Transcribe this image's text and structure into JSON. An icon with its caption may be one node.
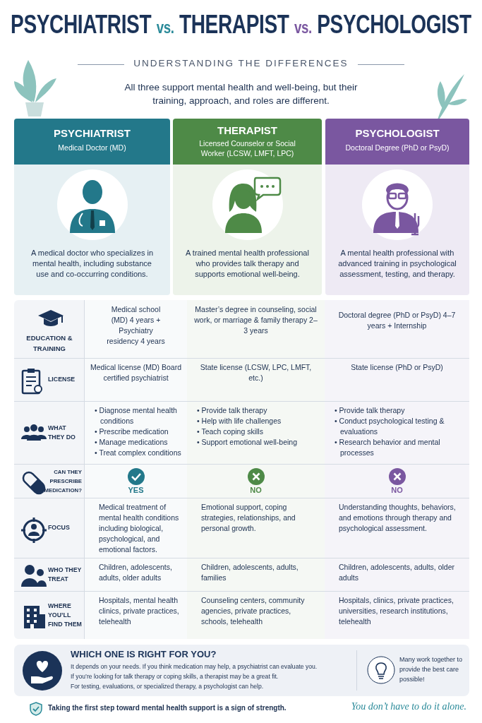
{
  "diagram": {
    "title": "PSYCHIATRIST vs. THERAPIST vs. PSYCHOLOGIST",
    "nodes": [
      {
        "text": [
          "PSYCHIATRIST",
          "Medical Doctor (MD)",
          "A medical doctor who specializes in mental health, including substance use and co-occurring conditions."
        ]
      },
      {
        "text": [
          "THERAPIST",
          "Licensed Counselor or Social Worker (LCSW, LMFT, LPC)",
          "A trained mental health professional who provides talk therapy and supports emotional well-being."
        ]
      },
      {
        "text": [
          "PSYCHOLOGIST",
          "Doctoral Degree (PhD or PsyD)",
          "A mental health professional with advanced training in psychological assessment, testing, and therapy."
        ]
      },
      {
        "text": [
          "WHICH ONE IS RIGHT FOR YOU?",
          "It depends on your needs. If you think medication may help, a psychiatrist can evaluate you.",
          "If you’re looking for talk therapy or coping skills, a therapist may be a great fit.",
          "For testing, evaluations, or specialized therapy, a psychologist can help."
        ]
      },
      {
        "text": [
          "Many work together to provide the best care possible!"
        ],
        "in": 3
      }
    ],
    "labels": [
      "UNDERSTANDING THE DIFFERENCES",
      "All three support mental health and well-being, but their training, approach, and roles are different.",
      "EDUCATION & TRAINING",
      "Medical school (MD) 4 years + Psychiatry residency 4 years",
      "Master’s degree in counseling, social work, or marriage & family therapy 2–3 years",
      "Doctoral degree (PhD or PsyD) 4–7 years + Internship",
      "LICENSE",
      "Medical license (MD) Board certified psychiatrist",
      "State license (LCSW, LPC, LMFT, etc.)",
      "State license (PhD or PsyD)",
      "WHAT THEY DO",
      "• Diagnose mental health conditions",
      "• Prescribe medication",
      "• Manage medications",
      "• Treat complex conditions",
      "• Provide talk therapy",
      "• Help with life challenges",
      "• Teach coping skills",
      "• Support emotional well-being",
      "• Provide talk therapy",
      "• Conduct psychological testing & evaluations",
      "• Research behavior and mental processes",
      "CAN THEY PRESCRIBE MEDICATION?",
      "YES",
      "NO",
      "NO",
      "FOCUS",
      "Medical treatment of mental health conditions including biological, psychological, and emotional factors.",
      "Emotional support, coping strategies, relationships, and personal growth.",
      "Understanding thoughts, behaviors, and emotions through therapy and psychological assessment.",
      "WHO THEY TREAT",
      "Children, adolescents, adults, older adults",
      "Children, adolescents, adults, families",
      "Children, adolescents, adults, older adults",
      "WHERE YOU’LL FIND THEM",
      "Hospitals, mental health clinics, private practices, telehealth",
      "Counseling centers, community agencies, private practices, schools, telehealth",
      "Hospitals, clinics, private practices, universities, research institutions, telehealth",
      "Taking the first step toward mental health support is a sign of strength.",
      "You don’t have to do it alone."
    ]
  }
}
